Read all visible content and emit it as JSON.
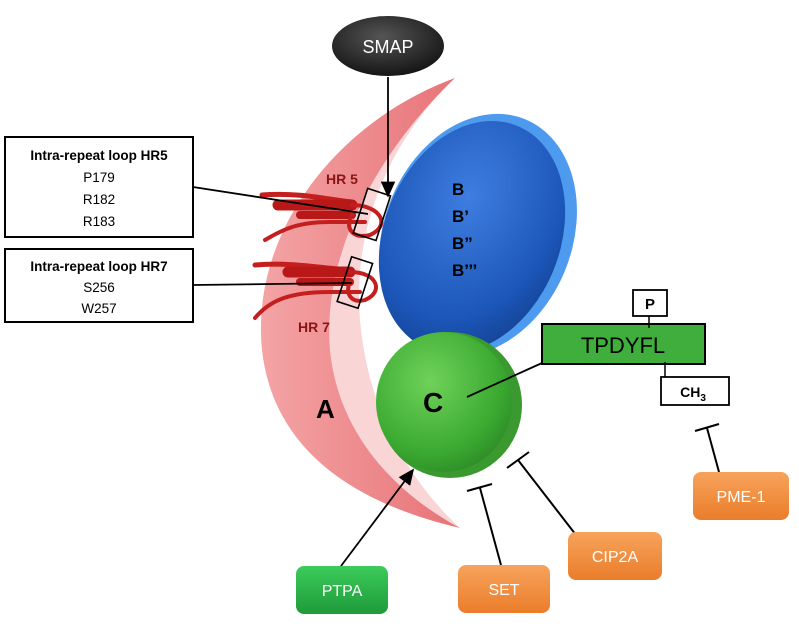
{
  "smap": {
    "label": "SMAP"
  },
  "subunits": {
    "a": {
      "label": "A",
      "color": "#e8676b"
    },
    "b": {
      "lines": [
        "B",
        "B’",
        "B”",
        "B’’’"
      ],
      "color": "#1f5fc4"
    },
    "c": {
      "label": "C",
      "color": "#4cbf3e"
    }
  },
  "hr5": {
    "label": "HR 5",
    "box_title": "Intra-repeat loop HR5",
    "residues": [
      "P179",
      "R182",
      "R183"
    ]
  },
  "hr7": {
    "label": "HR 7",
    "box_title": "Intra-repeat loop HR7",
    "residues": [
      "S256",
      "W257"
    ]
  },
  "tail": {
    "sequence": "TPDYFL",
    "phospho": "P",
    "methyl": "CH",
    "methyl_sub": "3"
  },
  "regulators": {
    "ptpa": {
      "label": "PTPA",
      "color": "#2fb34a"
    },
    "set": {
      "label": "SET",
      "color": "#f08a3a"
    },
    "cip2a": {
      "label": "CIP2A",
      "color": "#f08a3a"
    },
    "pme1": {
      "label": "PME-1",
      "color": "#f08a3a"
    }
  }
}
